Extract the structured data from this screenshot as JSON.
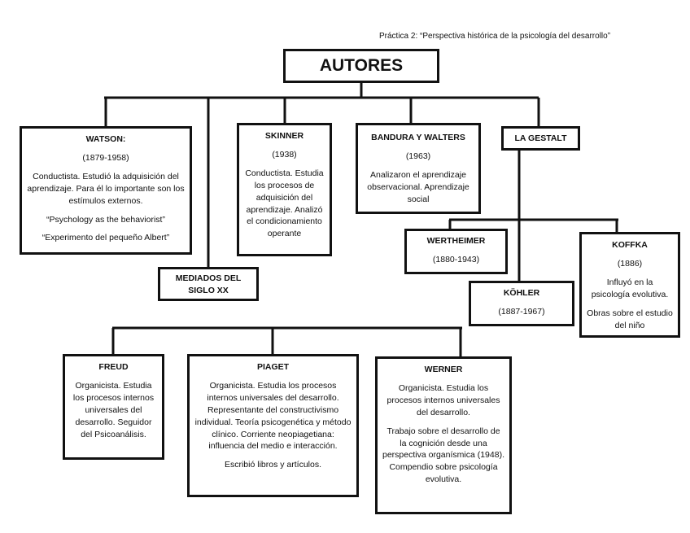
{
  "header": "Práctica 2: “Perspectiva histórica de la psicología del desarrollo”",
  "root": "AUTORES",
  "nodes": {
    "watson": {
      "title": "WATSON:",
      "years": "(1879-1958)",
      "desc": "Conductista. Estudió la adquisición del aprendizaje. Para él lo importante son los estímulos externos.",
      "quote1": "“Psychology as the behaviorist”",
      "quote2": "“Experimento del pequeño Albert”"
    },
    "mediados": {
      "title": "MEDIADOS DEL SIGLO XX"
    },
    "skinner": {
      "title": "SKINNER",
      "years": "(1938)",
      "desc": "Conductista. Estudia los procesos de adquisición del aprendizaje. Analizó el condicionamiento operante"
    },
    "bandura": {
      "title": "BANDURA Y WALTERS",
      "years": "(1963)",
      "desc": "Analizaron el aprendizaje observacional. Aprendizaje social"
    },
    "gestalt": {
      "title": "LA GESTALT"
    },
    "wertheimer": {
      "title": "WERTHEIMER",
      "years": "(1880-1943)"
    },
    "kohler": {
      "title": "KÖHLER",
      "years": "(1887-1967)"
    },
    "koffka": {
      "title": "KOFFKA",
      "years": "(1886)",
      "desc1": "Influyó en la psicología evolutiva.",
      "desc2": "Obras sobre el estudio del niño"
    },
    "freud": {
      "title": "FREUD",
      "desc": "Organicista. Estudia los procesos internos universales del desarrollo. Seguidor del Psicoanálisis."
    },
    "piaget": {
      "title": "PIAGET",
      "desc": "Organicista. Estudia los procesos internos universales del desarrollo. Representante del constructivismo individual. Teoría psicogenética y método clínico. Corriente neopiagetiana: influencia del medio e interacción.",
      "desc2": "Escribió libros y artículos."
    },
    "werner": {
      "title": "WERNER",
      "desc": "Organicista. Estudia los procesos internos universales del desarrollo.",
      "desc2": "Trabajo sobre el desarrollo de la cognición desde una perspectiva organísmica (1948). Compendio sobre psicología evolutiva."
    }
  }
}
